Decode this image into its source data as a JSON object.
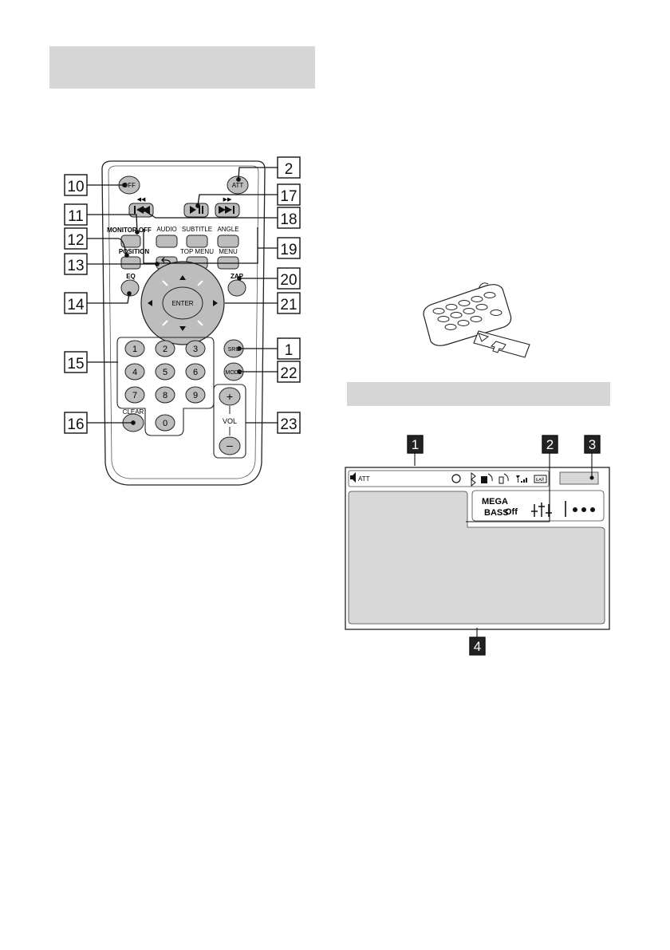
{
  "remote": {
    "buttons": {
      "off": "OFF",
      "att": "ATT",
      "prev_symbol": "◀◀",
      "next_symbol": "▶▶",
      "monitor_off": "MONITOR OFF",
      "audio": "AUDIO",
      "subtitle": "SUBTITLE",
      "angle": "ANGLE",
      "position": "POSITION",
      "top_menu": "TOP MENU",
      "menu": "MENU",
      "eq": "EQ",
      "zap": "ZAP",
      "enter": "ENTER",
      "src": "SRC",
      "mode": "MODE",
      "clear": "CLEAR",
      "vol": "VOL",
      "plus": "+",
      "minus": "–",
      "digits": [
        "1",
        "2",
        "3",
        "4",
        "5",
        "6",
        "7",
        "8",
        "9",
        "0"
      ]
    },
    "callouts": [
      "10",
      "2",
      "17",
      "11",
      "18",
      "12",
      "19",
      "13",
      "20",
      "14",
      "21",
      "15",
      "1",
      "22",
      "16",
      "23"
    ]
  },
  "display": {
    "callouts": [
      "1",
      "2",
      "3",
      "4"
    ],
    "status_att": "ATT",
    "battery_label": "ЕАЙ",
    "mega_bass": "MEGA",
    "mega_bass_2": "BASS",
    "mega_bass_state": "Off"
  },
  "colors": {
    "header_bar": "#d6d6d6",
    "button_fill": "#bdbdbd",
    "screen_fill": "#d8d8d8",
    "callout_dark": "#222222"
  }
}
